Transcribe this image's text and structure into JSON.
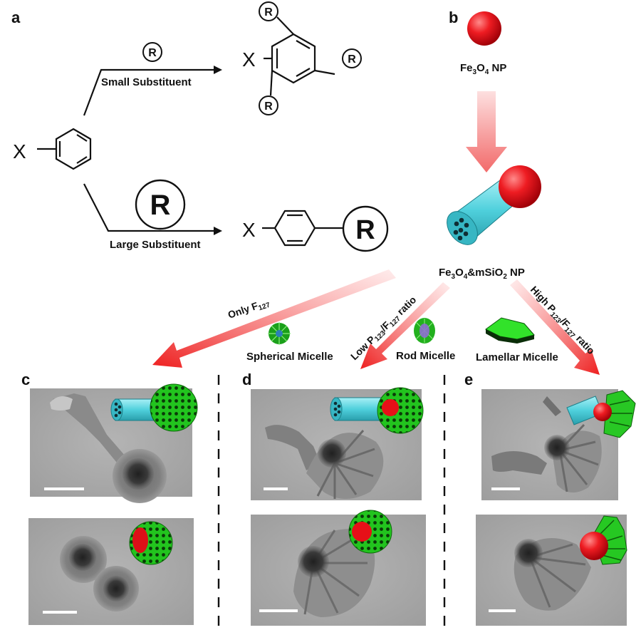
{
  "panels": {
    "a": "a",
    "b": "b",
    "c": "c",
    "d": "d",
    "e": "e"
  },
  "scheme_a": {
    "x_symbol": "X",
    "r_symbol": "R",
    "small_label": "Small Substituent",
    "large_label": "Large Substituent"
  },
  "scheme_b": {
    "np_base": "Fe",
    "np_sub1": "3",
    "np_mid": "O",
    "np_sub2": "4",
    "np_tail": " NP",
    "composite_base": "Fe",
    "composite_sub1": "3",
    "composite_mid": "O",
    "composite_sub2": "4",
    "composite_tail": "&mSiO",
    "composite_sub3": "2",
    "composite_end": " NP"
  },
  "routes": {
    "only_f": "Only F",
    "only_f_sub": "127",
    "low_1": "Low P",
    "low_sub1": "123",
    "low_2": "/F",
    "low_sub2": "127",
    "low_3": " ratio",
    "high_1": "High P",
    "high_sub1": "123",
    "high_2": "/F",
    "high_sub2": "127",
    "high_3": " ratio"
  },
  "micelles": {
    "spherical": "Spherical Micelle",
    "rod": "Rod Micelle",
    "lamellar": "Lamellar Micelle"
  },
  "colors": {
    "np_red": "#e8121c",
    "rod_cyan": "#52d2de",
    "micelle_green": "#22c41e",
    "tem_gray": "#a4a4a4",
    "arrow_red": "#ee2a2a"
  }
}
